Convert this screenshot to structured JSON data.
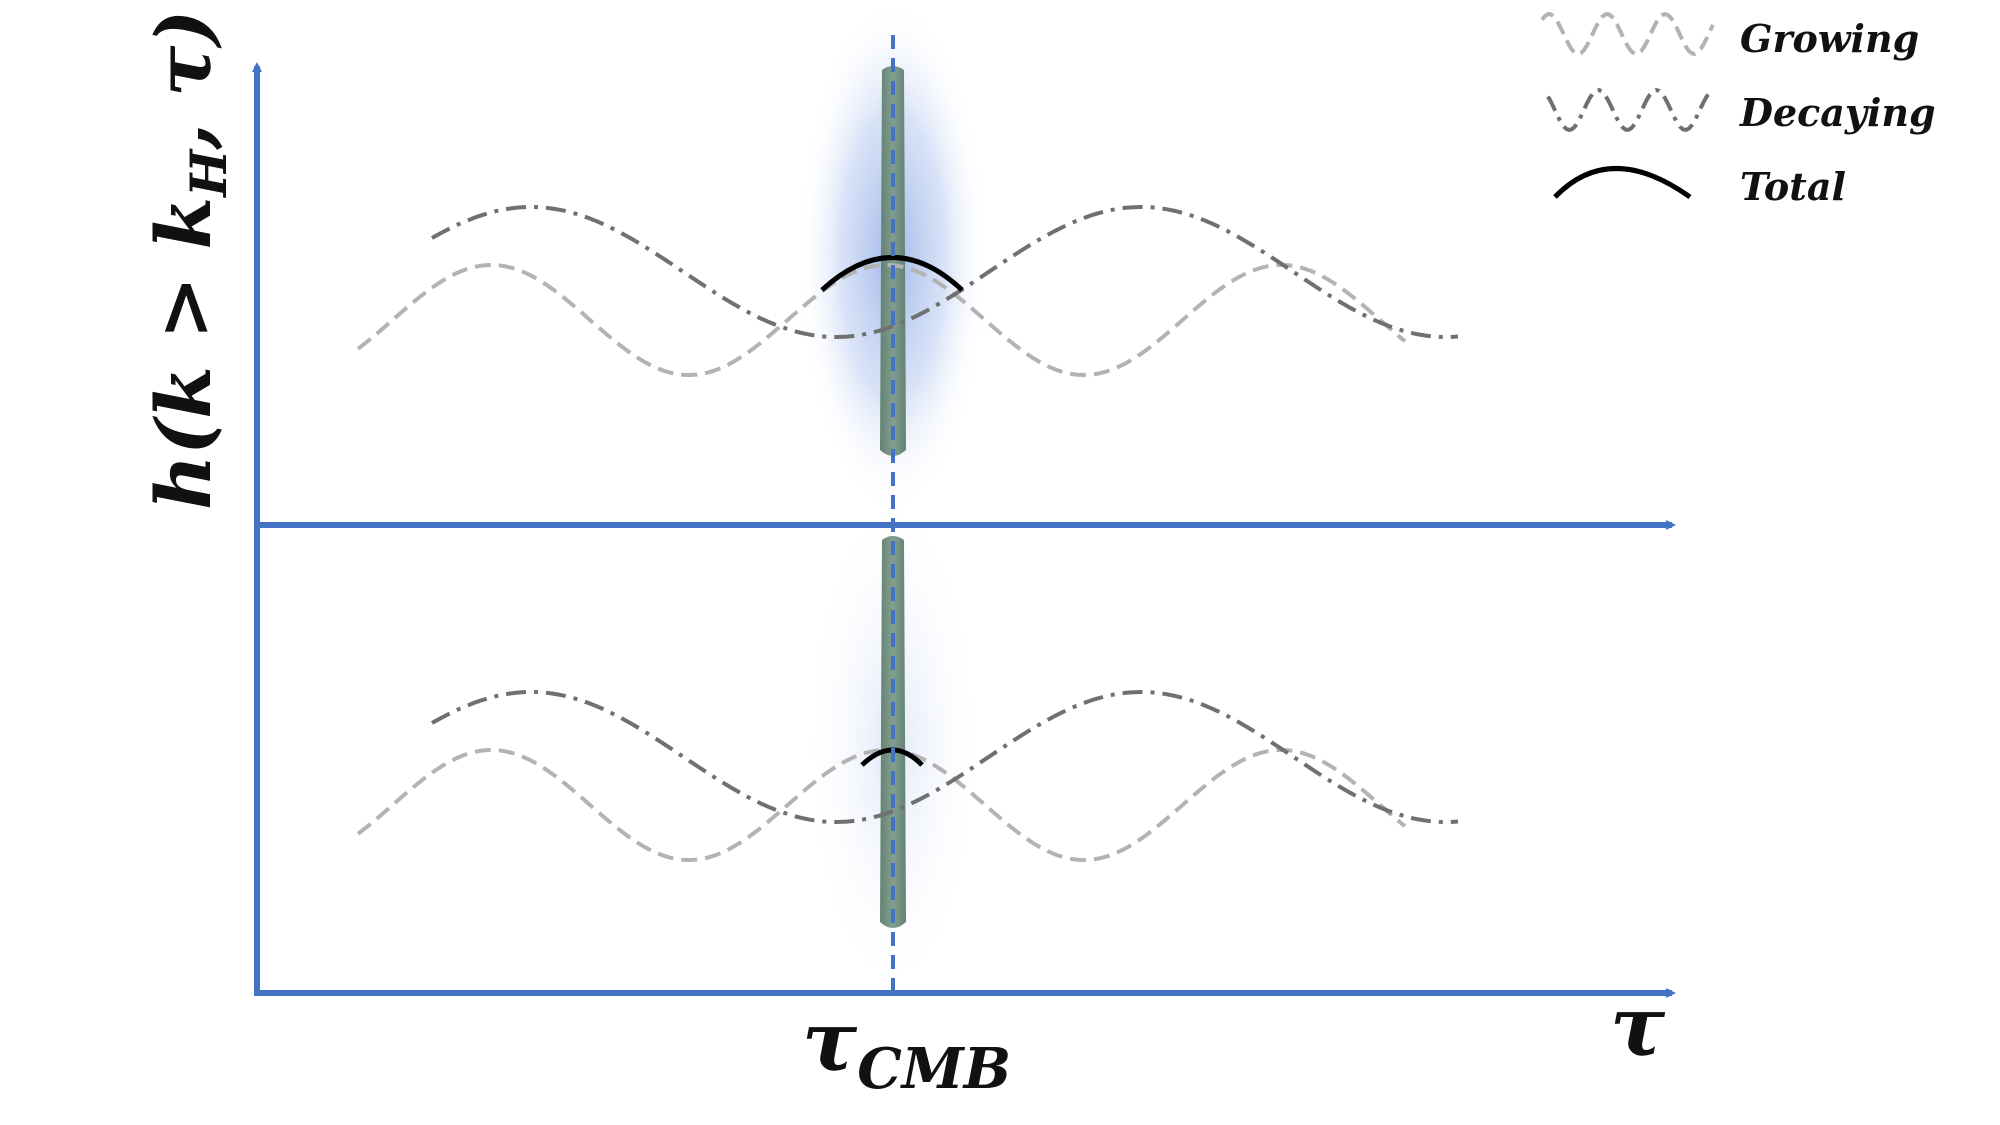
{
  "diagram": {
    "y_axis_label": "h(k > k",
    "y_axis_label_sub": "H",
    "y_axis_label_tail": ", τ)",
    "x_axis_label": "τ",
    "marker_label": "τ",
    "marker_label_sub": "CMB",
    "legend": {
      "growing": "Growing",
      "decaying": "Decaying",
      "total": "Total"
    },
    "colors": {
      "axis": "#4472c4",
      "growing": "#b3b3b3",
      "decaying": "#707070",
      "total": "#000000",
      "glow": "#8faee8",
      "slab": "#6b8a7a"
    }
  }
}
